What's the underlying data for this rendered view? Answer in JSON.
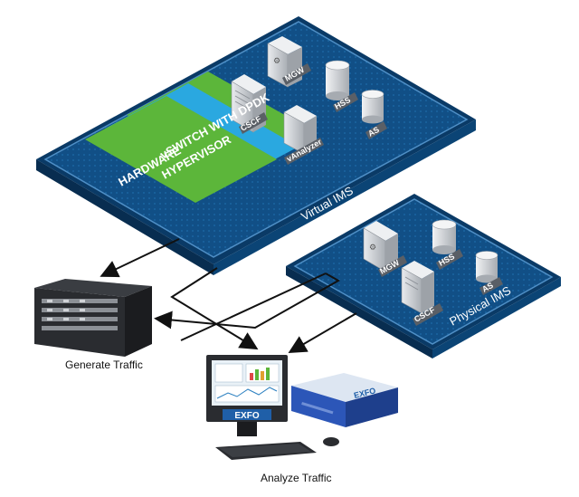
{
  "virtual_ims": {
    "title": "Virtual IMS",
    "layers": [
      "vSWITCH WITH DPDK",
      "HYPERVISOR",
      "HARDWARE"
    ],
    "nodes": [
      "MGW",
      "CSCF",
      "HSS",
      "vAnalyzer",
      "AS"
    ]
  },
  "physical_ims": {
    "title": "Physical IMS",
    "nodes": [
      "MGW",
      "HSS",
      "CSCF",
      "AS"
    ]
  },
  "captions": {
    "generate": "Generate Traffic",
    "analyze": "Analyze Traffic"
  },
  "brand": {
    "monitor_logo": "EXFO",
    "appliance_logo": "EXFO"
  },
  "colors": {
    "platform_blue": "#0f4f86",
    "platform_edge": "#0a3a66",
    "layer_green": "#5cb63a",
    "layer_cyan": "#2aa8e0",
    "server_gray": "#c9cdd2"
  }
}
